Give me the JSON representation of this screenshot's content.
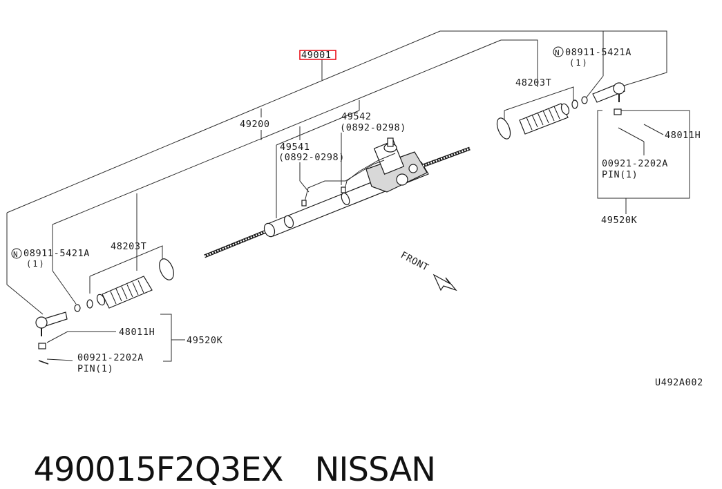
{
  "diagram": {
    "callouts": {
      "main_assembly": "49001",
      "rack_assembly": "49200",
      "tube_a": "49542",
      "tube_a_range": "(0892-0298)",
      "tube_b": "49541",
      "tube_b_range": "(0892-0298)",
      "boot_right": "48203T",
      "boot_left": "48203T",
      "nut_right_code": "08911-5421A",
      "nut_right_qty": "(1)",
      "nut_left_code": "08911-5421A",
      "nut_left_qty": "(1)",
      "n_symbol": "N",
      "castle_nut_right": "48011H",
      "castle_nut_left": "48011H",
      "pin_right_code": "00921-2202A",
      "pin_right_label": "PIN(1)",
      "pin_left_code": "00921-2202A",
      "pin_left_label": "PIN(1)",
      "tie_rod_end_right": "49520K",
      "tie_rod_end_left": "49520K",
      "front_label": "FRONT",
      "figure_code": "U492A002"
    },
    "highlight_color": "#e8000b"
  },
  "footer": {
    "part_number": "490015F2Q3EX",
    "brand": "NISSAN"
  }
}
